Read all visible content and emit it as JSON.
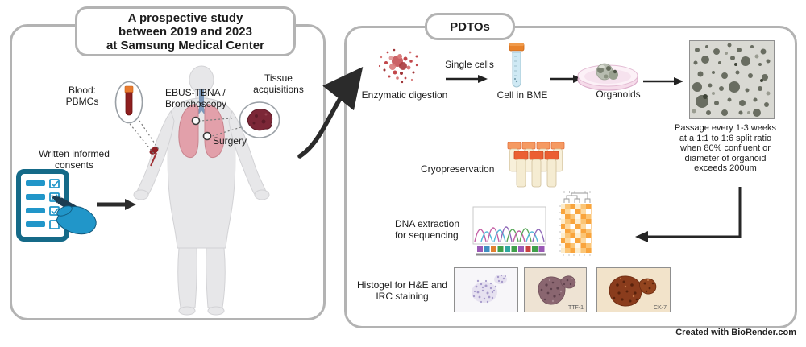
{
  "study_panel": {
    "title": "A prospective study\nbetween 2019 and 2023\nat Samsung Medical Center",
    "blood_label": "Blood:\nPBMCs",
    "ebus_label": "EBUS-TBNA /\nBronchoscopy",
    "tissue_label": "Tissue\nacquisitions",
    "surgery_label": "Surgery",
    "consent_label": "Written informed\nconsents"
  },
  "pdto_panel": {
    "title": "PDTOs",
    "enzymatic_digestion_label": "Enzymatic digestion",
    "single_cells_label": "Single cells",
    "cell_in_bme_label": "Cell in BME",
    "organoids_label": "Organoids",
    "passage_note": "Passage every 1-3 weeks\nat a 1:1 to 1:6 split ratio\nwhen 80% confluent or\ndiameter of organoid\nexceeds 200um",
    "cryopreservation_label": "Cryopreservation",
    "dna_extraction_label": "DNA extraction\nfor sequencing",
    "histogel_label": "Histogel for H&E and\nIRC staining",
    "ttf1_label": "TTF-1",
    "ck7_label": "CK-7"
  },
  "credit": "Created with BioRender.com",
  "colors": {
    "panel_border": "#b3b3b3",
    "arrow": "#262626",
    "blood_red": "#8e1f1f",
    "cap_orange": "#e8832c",
    "consent_teal": "#156a88",
    "consent_blue": "#2196c9",
    "lung_pink": "#e2a0aa",
    "tissue_maroon": "#7c2737",
    "heatmap_orange": "#f9a43c"
  }
}
